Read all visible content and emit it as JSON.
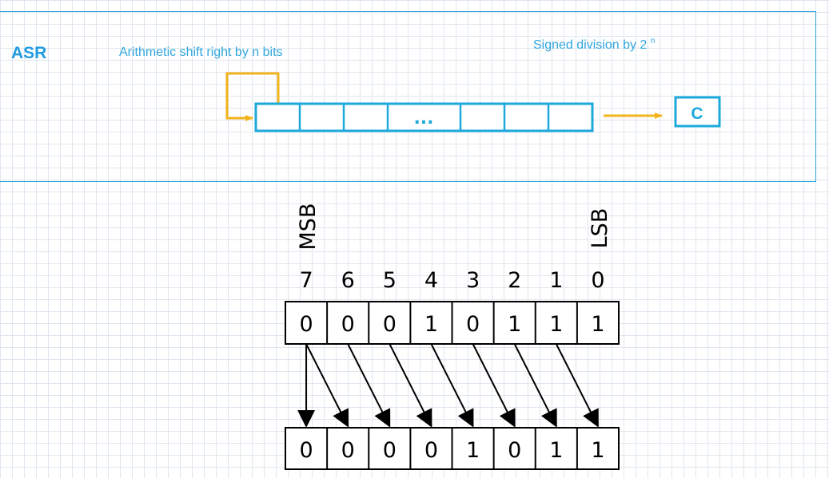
{
  "header": {
    "operation": "ASR",
    "description": "Arithmetic  shift right by n bits",
    "meaning_text": "Signed division by 2",
    "meaning_exponent": "n"
  },
  "register_diagram": {
    "ellipsis": "...",
    "carry_label": "C"
  },
  "bit_diagram": {
    "msb_label": "MSB",
    "lsb_label": "LSB",
    "bit_indices": [
      "7",
      "6",
      "5",
      "4",
      "3",
      "2",
      "1",
      "0"
    ],
    "before": [
      "0",
      "0",
      "0",
      "1",
      "0",
      "1",
      "1",
      "1"
    ],
    "after": [
      "0",
      "0",
      "0",
      "0",
      "1",
      "0",
      "1",
      "1"
    ]
  },
  "colors": {
    "accent_blue": "#1f9be0",
    "register_cyan": "#1da9dc",
    "arrow_orange": "#f2b31c",
    "ink": "#000000"
  }
}
